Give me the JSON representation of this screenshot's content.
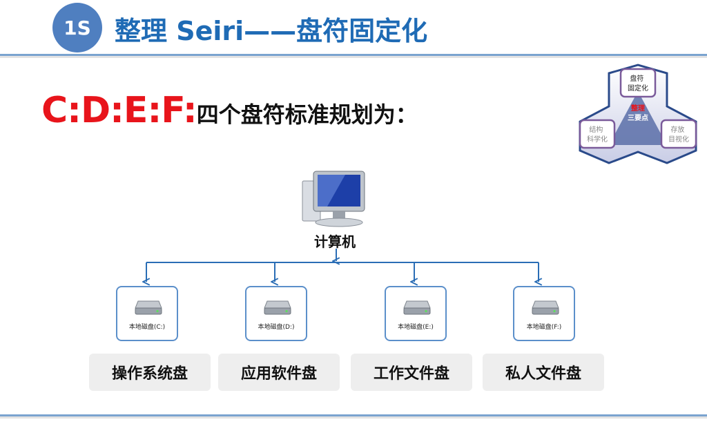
{
  "header": {
    "badge": "1S",
    "title": "整理 Seiri——盘符固定化"
  },
  "headline": {
    "drives": "C:D:E:F:",
    "text": "四个盘符标准规划为："
  },
  "emblem": {
    "top": "盘符\n固定化",
    "center_title": "整理",
    "center_sub": "三要点",
    "left": "结构\n科学化",
    "right": "存放\n目视化"
  },
  "computer": {
    "label": "计算机",
    "icon": "desktop-computer-icon"
  },
  "disks": [
    {
      "label": "本地磁盘(C:)",
      "purpose": "操作系统盘",
      "icon": "hard-drive-icon"
    },
    {
      "label": "本地磁盘(D:)",
      "purpose": "应用软件盘",
      "icon": "hard-drive-icon"
    },
    {
      "label": "本地磁盘(E:)",
      "purpose": "工作文件盘",
      "icon": "hard-drive-icon"
    },
    {
      "label": "本地磁盘(F:)",
      "purpose": "私人文件盘",
      "icon": "hard-drive-icon"
    }
  ],
  "colors": {
    "accent_blue": "#1f6bb5",
    "badge_blue": "#4f7fc0",
    "drive_red": "#e8141b",
    "connector_blue": "#2a6db5",
    "emblem_purple": "#7a5a9a"
  }
}
